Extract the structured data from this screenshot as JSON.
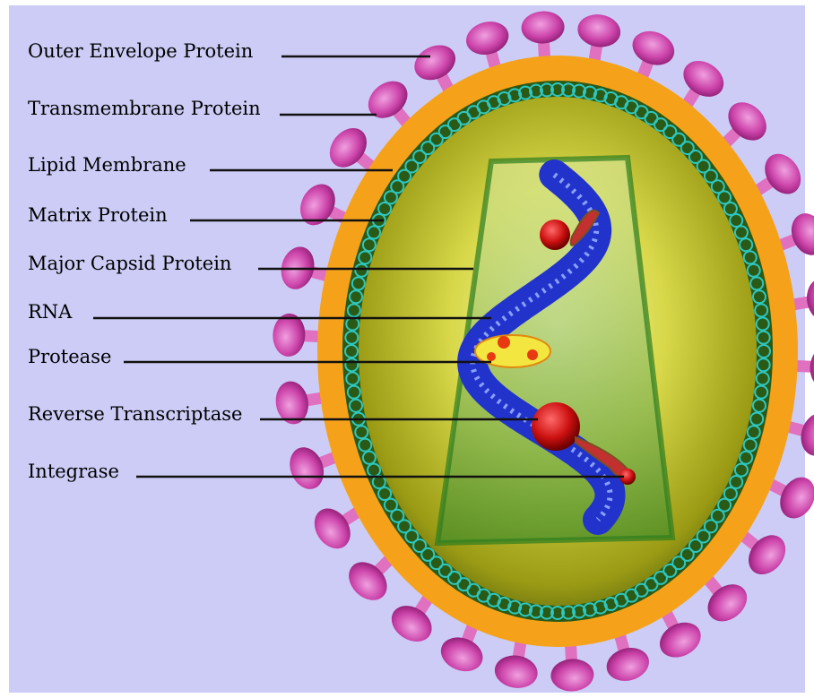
{
  "diagram": {
    "labels": [
      {
        "id": "outer-envelope-protein",
        "text": "Outer Envelope Protein"
      },
      {
        "id": "transmembrane-protein",
        "text": "Transmembrane Protein"
      },
      {
        "id": "lipid-membrane",
        "text": "Lipid Membrane"
      },
      {
        "id": "matrix-protein",
        "text": "Matrix Protein"
      },
      {
        "id": "major-capsid-protein",
        "text": "Major Capsid Protein"
      },
      {
        "id": "rna",
        "text": "RNA"
      },
      {
        "id": "protease",
        "text": "Protease"
      },
      {
        "id": "reverse-transcriptase",
        "text": "Reverse Transcriptase"
      },
      {
        "id": "integrase",
        "text": "Integrase"
      }
    ],
    "colors": {
      "background": "#ccccf6",
      "spike": "#cc44aa",
      "spike_stalk": "#e070c0",
      "lipid_membrane": "#f5a21a",
      "matrix_ring": "#2a6a1a",
      "matrix_beads": "#2ec7c0",
      "core": "#c8c838",
      "capsid": "#3a9a3a",
      "rna": "#2233cc",
      "enzyme": "#cc1010",
      "protease": "#f0e040"
    }
  }
}
